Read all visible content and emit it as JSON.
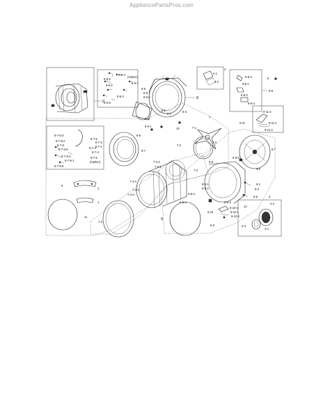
{
  "watermark": "AppliancePartsPros.com",
  "labels": {
    "p0": "0",
    "p1": "1",
    "p2": "2",
    "p3": "3",
    "p3_1": "3-1",
    "p3_2": "3-2",
    "p3_3": "3-3",
    "p4": "4",
    "p4_1": "4-1",
    "p4_2": "4-2",
    "p5": "5",
    "p6": "6",
    "p7": "7",
    "p7_1": "7-1",
    "p7_2a": "7-2",
    "p7_2b": "7-2",
    "p7_3": "7-3",
    "p7_4": "7-4",
    "p7_4_1": "7-4-1",
    "p7_4_2": "7-4-2",
    "p7_4_3": "7-4-3",
    "p7_4_4": "7-4-4",
    "p8": "8",
    "p8_1": "8-1",
    "p8_2": "8-2",
    "p8_3": "8-3",
    "p8_4": "8-4",
    "p8_5": "8-5",
    "p8_5_1": "8-5-1",
    "p8_5_2": "8-5-2",
    "p8_5_3": "8-5-3",
    "p8_5_4": "8-5-4",
    "p8_5_5": "8-5-5",
    "p8_5_6": "8-5-6",
    "p8_5_7": "8-5-7",
    "p8_6": "8-6",
    "p8_6_1": "8-6-1",
    "p8_7": "8-7",
    "p8_7_1": "8-7-1",
    "p8_7_2": "8-7-2",
    "p8_7_3": "8-7-3",
    "p8_7_4": "8-7-4",
    "p8_7_5": "8-7-5",
    "p8_7_6": "8-7-6",
    "p8_7_6_1": "8-7-6-1",
    "p8_7_6_2": "8-7-6-2",
    "p8_7_6_3": "8-7-6-3",
    "p8_7_6_4": "8-7-6-4",
    "p8_7_6_5": "8-7-6-5",
    "p8_7_6_6": "8-7-6-6",
    "option1": "(Option)",
    "option2": "(Option)",
    "p9": "9",
    "p9_1": "9-1",
    "p9_2": "9-2",
    "p9_3": "9-3",
    "p9_5": "9-5",
    "p9_6": "9-6",
    "p9_7": "9-7",
    "p9_8": "9-8",
    "p9_8_1": "9-8-1",
    "p9_8_2": "9-8-2",
    "p9_8_3": "9-8-3",
    "p9_8_4": "9-8-4",
    "p9_9": "9-9",
    "p9_9_1": "9-9-1",
    "p9_9_2": "9-9-2",
    "p9_9_3": "9-9-3",
    "p9_9_4": "9-9-4",
    "p9_9_5": "9-9-5",
    "p9_10": "9-10",
    "p9_10_1": "9-10-1",
    "p9_10_2": "9-10-2",
    "p9_10_3": "9-10-3",
    "p9_11": "9-11",
    "p9_11_1": "9-11-1",
    "p9_11_2a": "9-11-2",
    "p9_11_2b": "9-11-2",
    "p10": "10",
    "p11": "11"
  }
}
